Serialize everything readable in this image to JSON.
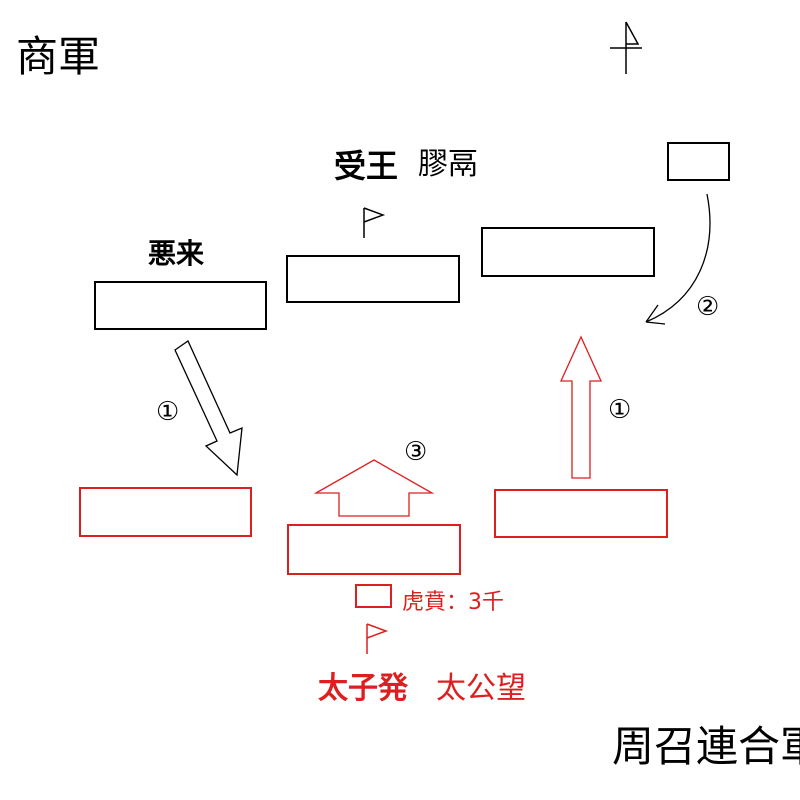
{
  "titles": {
    "shang_army": "商軍",
    "zhou_army": "周召連合軍"
  },
  "shang": {
    "king": "受王",
    "advisor": "膠鬲",
    "general": "悪来"
  },
  "zhou": {
    "prince": "太子発",
    "advisor": "太公望",
    "guard": "虎賁：3千"
  },
  "markers": {
    "step1": "①",
    "step2": "②",
    "step3": "③"
  },
  "colors": {
    "shang": "#000000",
    "zhou": "#dd1f1f",
    "background": "#ffffff"
  },
  "icons": {
    "compass": "north-arrow-icon",
    "flag": "flag-icon"
  }
}
